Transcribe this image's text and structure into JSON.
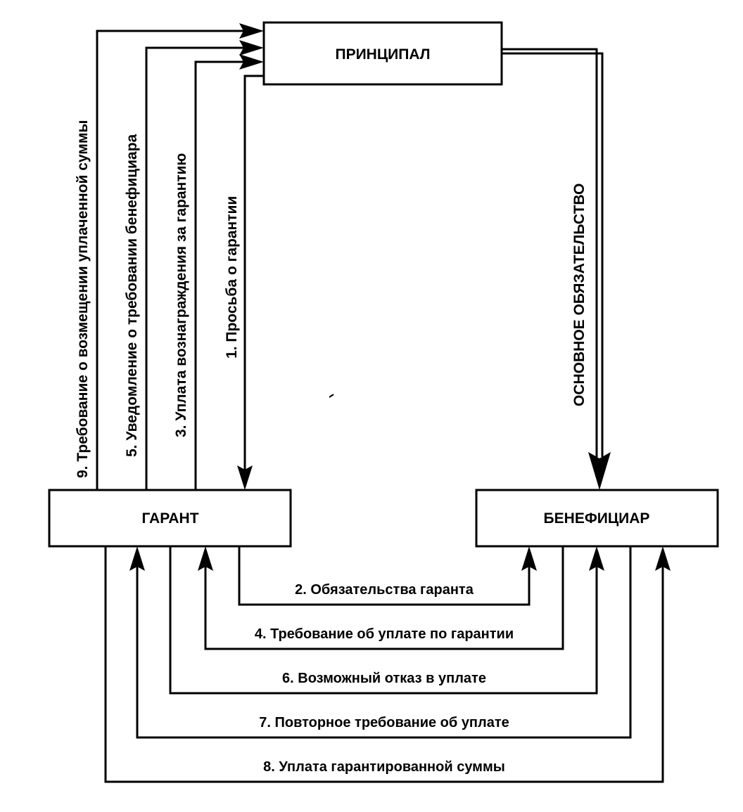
{
  "nodes": {
    "principal": "ПРИНЦИПАЛ",
    "garant": "ГАРАНТ",
    "beneficiary": "БЕНЕФИЦИАР"
  },
  "arrows": {
    "a1": "1. Просьба о гарантии",
    "a2": "2. Обязательства гаранта",
    "a3": "3. Уплата вознаграждения за гарантию",
    "a4": "4. Требование об уплате по гарантии",
    "a5": "5. Уведомление о требовании бенефициара",
    "a6": "6. Возможный отказ в уплате",
    "a7": "7. Повторное требование об уплате",
    "a8": "8. Уплата гарантированной суммы",
    "a9": "9. Требование о возмещении уплаченной суммы",
    "main": "ОСНОВНОЕ ОБЯЗАТЕЛЬСТВО"
  }
}
